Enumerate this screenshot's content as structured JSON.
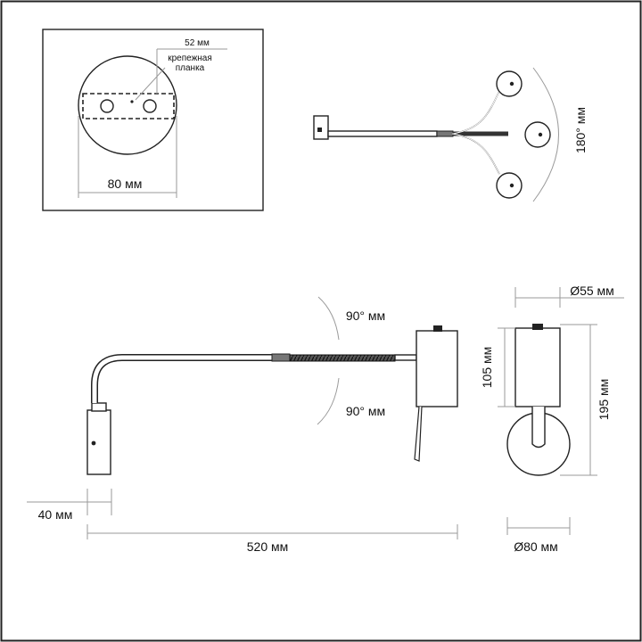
{
  "mount_plate": {
    "width_label": "52 мм",
    "bracket_label_line1": "крепежная",
    "bracket_label_line2": "планка",
    "diameter_label": "80 мм"
  },
  "top_view": {
    "rotation_label": "180° мм"
  },
  "side_view": {
    "rotation_up_label": "90° мм",
    "rotation_down_label": "90° мм",
    "head_length_label": "40 мм",
    "arm_length_label": "520 мм"
  },
  "front_view": {
    "body_diameter_label": "Ø55 мм",
    "body_height_label": "105 мм",
    "total_height_label": "195 мм",
    "base_diameter_label": "Ø80 мм"
  }
}
